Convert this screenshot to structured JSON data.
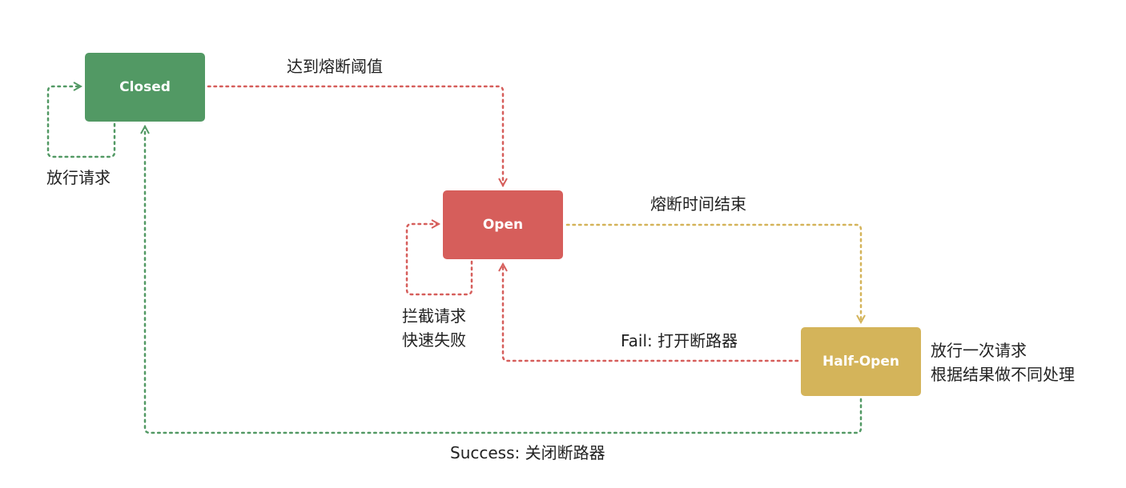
{
  "colors": {
    "closed": "#529964",
    "open": "#d65e5b",
    "half_open": "#d4b45a"
  },
  "states": {
    "closed": "Closed",
    "open": "Open",
    "half_open": "Half-Open"
  },
  "labels": {
    "threshold": "达到熔断阈值",
    "pass_request": "放行请求",
    "block_line1": "拦截请求",
    "block_line2": "快速失败",
    "timeout": "熔断时间结束",
    "fail": "Fail: 打开断路器",
    "half_note_line1": "放行一次请求",
    "half_note_line2": "根据结果做不同处理",
    "success": "Success: 关闭断路器"
  }
}
